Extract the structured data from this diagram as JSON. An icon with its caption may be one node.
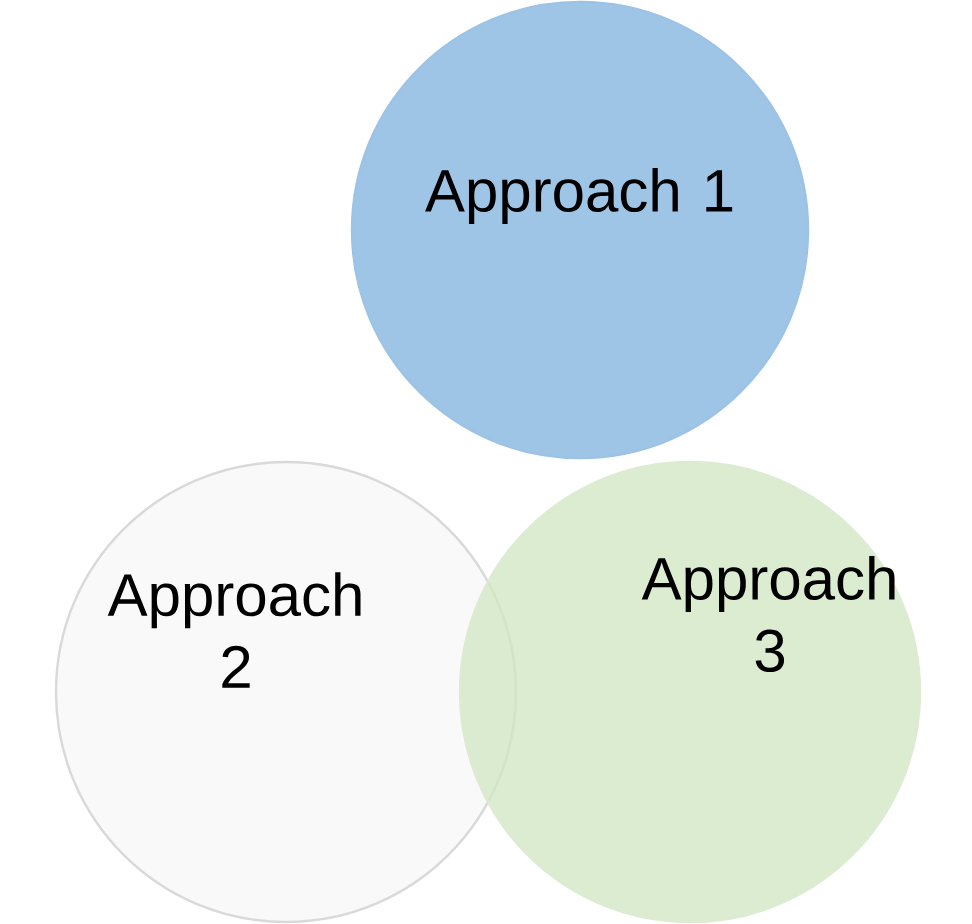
{
  "diagram": {
    "nodes": [
      {
        "text": [
          "Approach 1"
        ]
      },
      {
        "text": [
          "Approach 2"
        ]
      },
      {
        "text": [
          "Approach 3"
        ]
      }
    ]
  }
}
